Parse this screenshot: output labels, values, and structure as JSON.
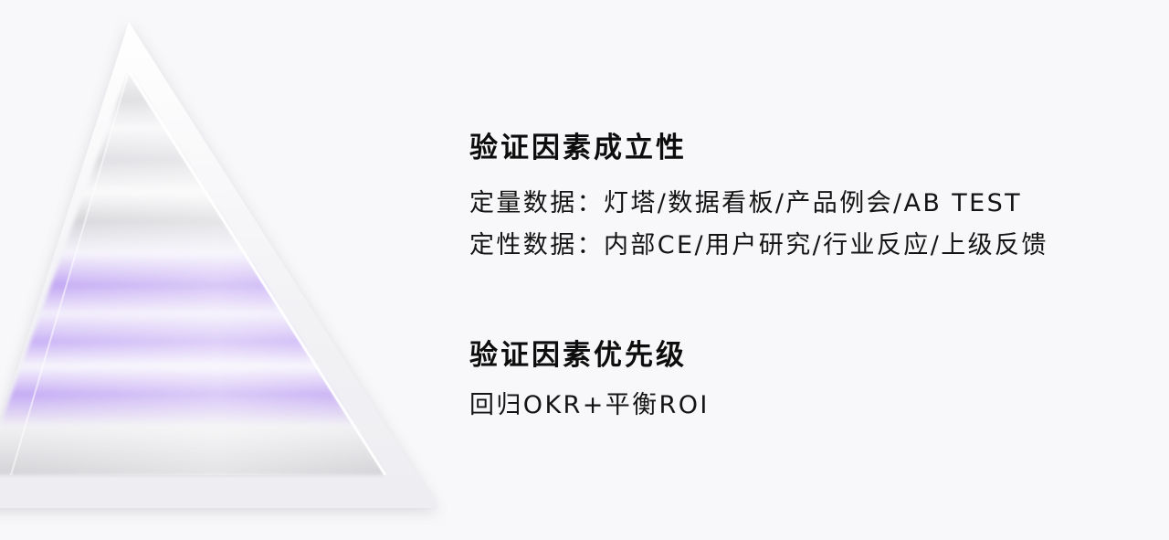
{
  "section_validity": {
    "title": "验证因素成立性",
    "lines": [
      "定量数据：灯塔/数据看板/产品例会/AB TEST",
      "定性数据：内部CE/用户研究/行业反应/上级反馈"
    ]
  },
  "section_priority": {
    "title": "验证因素优先级",
    "lines": [
      "回归OKR+平衡ROI"
    ]
  },
  "colors": {
    "background": "#f8f8fa",
    "text": "#111111",
    "accent_purple": "#b99cf2"
  },
  "graphic": {
    "icon": "gradient-pyramid-icon"
  }
}
